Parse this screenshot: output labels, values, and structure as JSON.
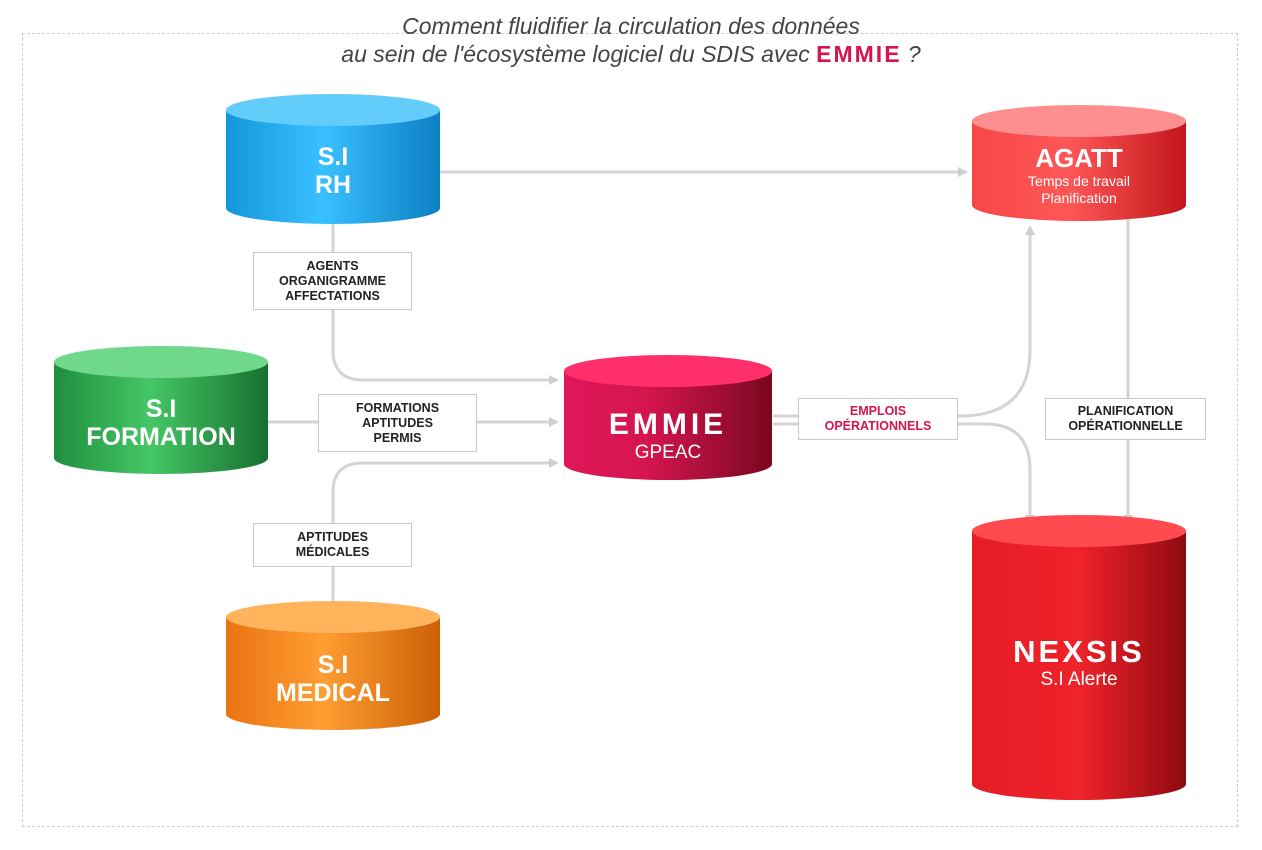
{
  "title": {
    "line1": "Comment fluidifier la circulation des données",
    "line2": "au sein de l'écosystème logiciel du SDIS avec",
    "brand": "EMMIE",
    "suffix": " ?"
  },
  "nodes": {
    "rh": {
      "line1": "S.I",
      "line2": "RH",
      "color": "#1aa7ec"
    },
    "formation": {
      "line1": "S.I",
      "line2": "FORMATION",
      "color": "#2eaa4f"
    },
    "medical": {
      "line1": "S.I",
      "line2": "MEDICAL",
      "color": "#f5841f"
    },
    "emmie": {
      "line1": "EMMIE",
      "line2": "GPEAC",
      "color": "#d4154f"
    },
    "agatt": {
      "line1": "AGATT",
      "line2": "Temps de travail",
      "line3": "Planification",
      "color": "#ef2f2f"
    },
    "nexsis": {
      "line1": "NEXSIS",
      "line2": "S.I Alerte",
      "color": "#e31b23"
    }
  },
  "labels": {
    "rh_emmie": [
      "AGENTS",
      "ORGANIGRAMME",
      "AFFECTATIONS"
    ],
    "formation_emmie": [
      "FORMATIONS",
      "APTITUDES",
      "PERMIS"
    ],
    "medical_emmie": [
      "APTITUDES",
      "MÉDICALES"
    ],
    "emmie_out": [
      "EMPLOIS",
      "OPÉRATIONNELS"
    ],
    "agatt_nexsis": [
      "PLANIFICATION",
      "OPÉRATIONNELLE"
    ]
  }
}
